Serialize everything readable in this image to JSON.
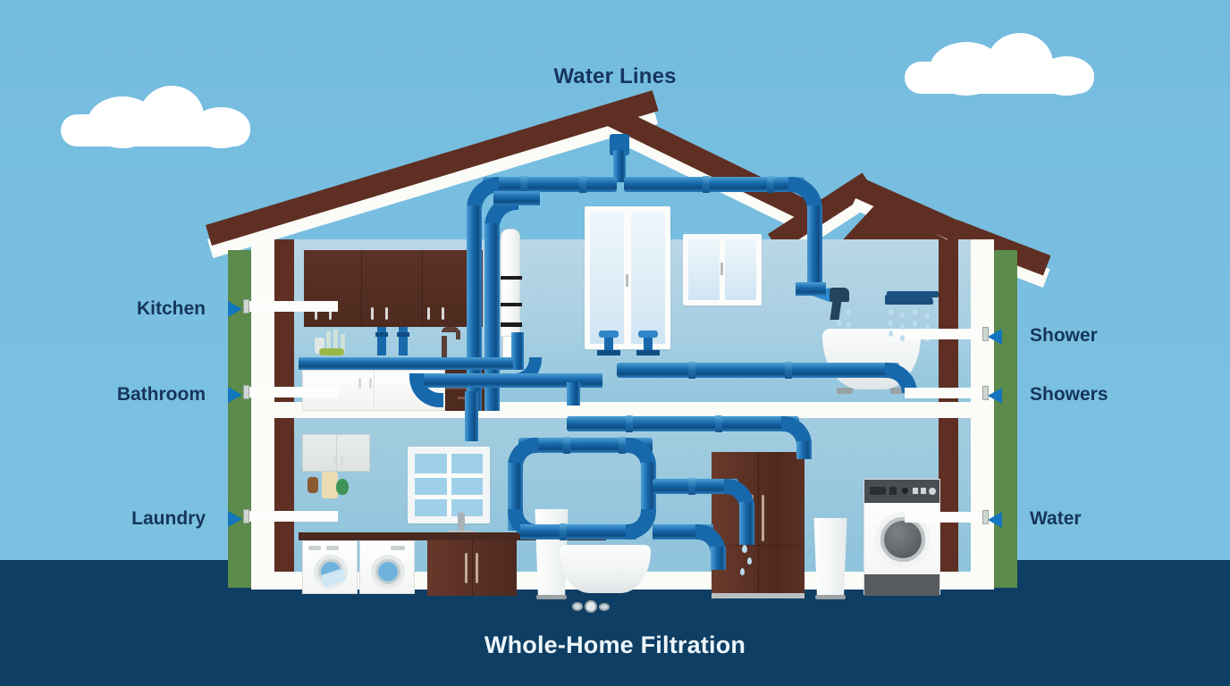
{
  "titles": {
    "top": "Water Lines",
    "bottom": "Whole-Home Filtration"
  },
  "colors": {
    "sky": "#74bcdf",
    "ground": "#0e3e63",
    "title_dark": "#15355e",
    "title_light": "#eef6fb",
    "roof_brown": "#5e2f22",
    "wall_white": "#fbfbf7",
    "siding_green": "#5b8a4a",
    "pipe_blue": "#1769ab",
    "arrow_blue": "#1275bd",
    "cabinet_brown": "#5d3226"
  },
  "labels_left": [
    {
      "text": "Kitchen",
      "icon": "triangle-right-marker"
    },
    {
      "text": "Bathroom",
      "icon": "triangle-right-marker"
    },
    {
      "text": "Laundry",
      "icon": "triangle-right-marker"
    }
  ],
  "labels_right": [
    {
      "text": "Shower",
      "icon": "triangle-left-marker"
    },
    {
      "text": "Showers",
      "icon": "triangle-left-marker"
    },
    {
      "text": "Water",
      "icon": "triangle-left-marker"
    }
  ],
  "scene": {
    "clouds": [
      {
        "name": "cloud-left"
      },
      {
        "name": "cloud-right"
      }
    ],
    "upper_floor": {
      "name": "Upper floor cutaway",
      "items": [
        "kitchen-upper-cabinets",
        "kitchen-sink-faucet",
        "kitchen-base-cabinets",
        "water-filter-cylinder",
        "patio-door-window",
        "side-window",
        "bathtub",
        "shower-head",
        "handheld-sprayer"
      ]
    },
    "lower_floor": {
      "name": "Lower floor cutaway",
      "items": [
        "laundry-wall-cabinet",
        "laundry-window",
        "utility-sink-faucet",
        "washer",
        "dryer",
        "laundry-base-cabinet",
        "filtration-tank-left",
        "soaking-tub",
        "refrigerator",
        "filtration-tank-right",
        "washing-machine"
      ]
    },
    "plumbing": {
      "name": "Blue water supply pipe network",
      "color": "#1769ab"
    }
  }
}
